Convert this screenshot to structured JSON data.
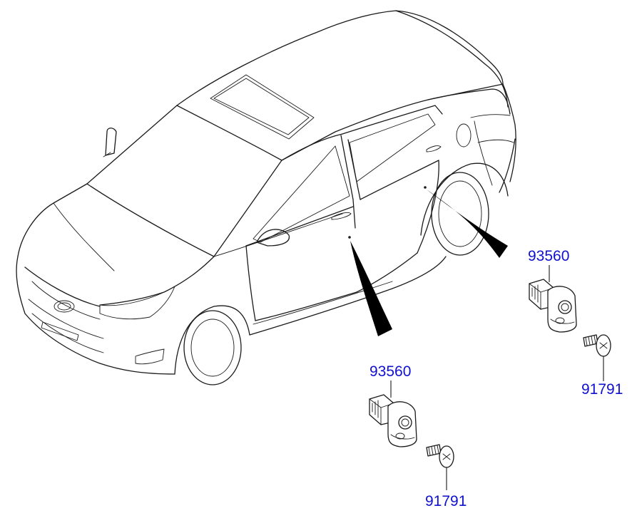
{
  "callouts": {
    "sensor_rear": "93560",
    "screw_rear": "91791",
    "sensor_front": "93560",
    "screw_front": "91791"
  },
  "colors": {
    "callout_text": "#1010d0",
    "line_art": "#1a1a1a",
    "background": "#ffffff"
  }
}
